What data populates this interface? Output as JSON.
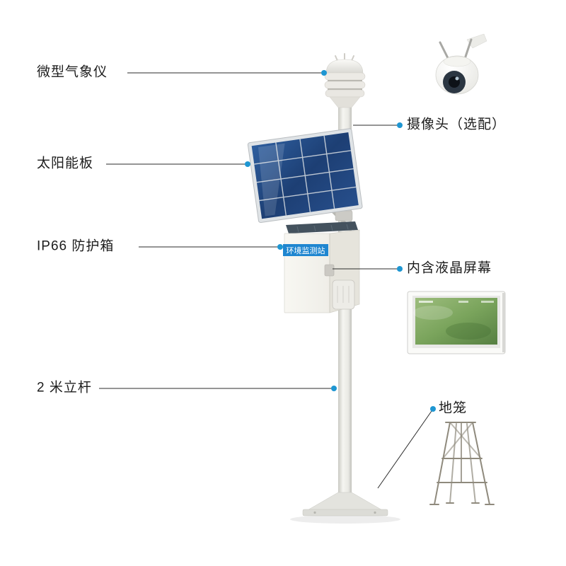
{
  "labels": {
    "weather_sensor": "微型气象仪",
    "solar_panel": "太阳能板",
    "protection_box": "IP66 防护箱",
    "pole": "2 米立杆",
    "camera": "摄像头（选配）",
    "lcd_screen": "内含液晶屏幕",
    "ground_cage": "地笼"
  },
  "device": {
    "box_banner": "环境监测站"
  },
  "colors": {
    "callout_dot": "#1e96d2",
    "banner_blue": "#1f86d0",
    "leader_line": "#2b2b2b",
    "panel_blue": "#1d3f74"
  }
}
